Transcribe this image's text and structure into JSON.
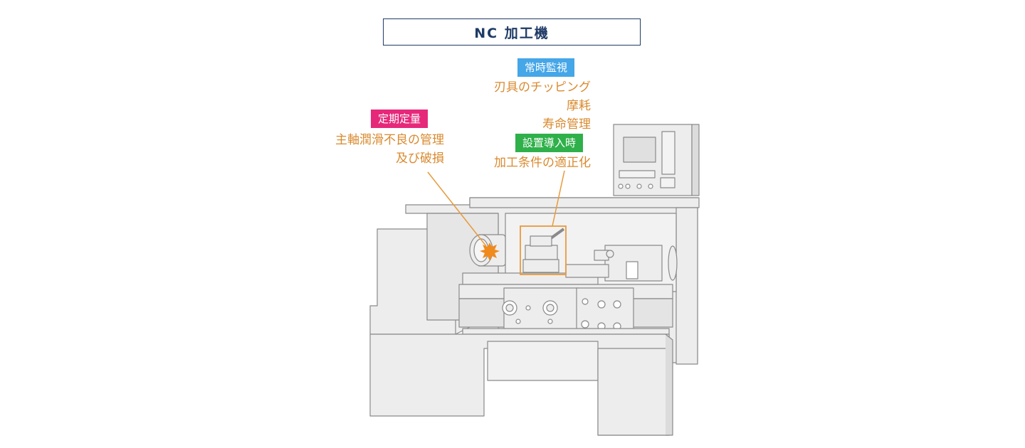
{
  "title": "NC 加工機",
  "callouts": {
    "periodic": {
      "label": "定期定量",
      "color": "#e6287a",
      "lines": [
        "主軸潤滑不良の管理",
        "及び破損"
      ]
    },
    "monitoring": {
      "label": "常時監視",
      "color": "#45a6e8",
      "lines": [
        "刃具のチッピング",
        "摩耗",
        "寿命管理"
      ]
    },
    "setup": {
      "label": "設置導入時",
      "color": "#2fb04a",
      "lines": [
        "加工条件の適正化"
      ]
    }
  },
  "colors": {
    "title_border": "#1f3b66",
    "callout_text": "#d98a2f",
    "leader_line": "#e89a3c",
    "machine_fill": "#ededed",
    "machine_stroke": "#8a8a8a"
  },
  "icons": {
    "spindle_damage": "burst-icon",
    "tool_highlight": "highlight-box"
  }
}
